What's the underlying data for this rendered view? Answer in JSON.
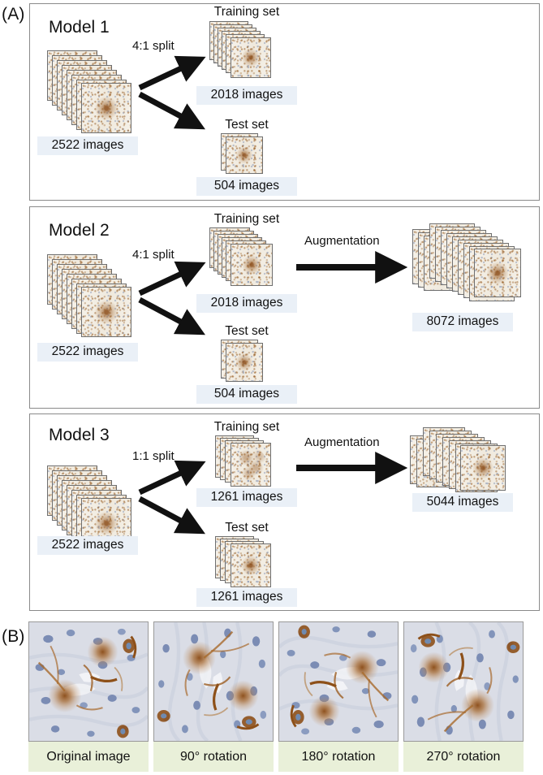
{
  "figure": {
    "panels": [
      {
        "letter": "(A)"
      },
      {
        "letter": "(B)"
      }
    ]
  },
  "panel_a": {
    "models": [
      {
        "title": "Model 1",
        "source_caption": "2522 images",
        "split_label": "4:1 split",
        "training_title": "Training set",
        "training_caption": "2018 images",
        "test_title": "Test set",
        "test_caption": "504 images",
        "augmentation_label": "",
        "augmented_caption": "",
        "has_augmentation": false
      },
      {
        "title": "Model 2",
        "source_caption": "2522 images",
        "split_label": "4:1 split",
        "training_title": "Training set",
        "training_caption": "2018 images",
        "test_title": "Test set",
        "test_caption": "504 images",
        "augmentation_label": "Augmentation",
        "augmented_caption": "8072 images",
        "has_augmentation": true
      },
      {
        "title": "Model 3",
        "source_caption": "2522 images",
        "split_label": "1:1 split",
        "training_title": "Training set",
        "training_caption": "1261 images",
        "test_title": "Test set",
        "test_caption": "1261 images",
        "augmentation_label": "Augmentation",
        "augmented_caption": "5044 images",
        "has_augmentation": true
      }
    ]
  },
  "panel_b": {
    "cells": [
      {
        "label": "Original image",
        "rotation_deg": 0
      },
      {
        "label": "90° rotation",
        "rotation_deg": 90
      },
      {
        "label": "180° rotation",
        "rotation_deg": 180
      },
      {
        "label": "270° rotation",
        "rotation_deg": 270
      }
    ]
  },
  "colors": {
    "caption_box_bg": "#eaf0f7",
    "panel_b_label_bg": "#e9f0d9",
    "panel_border": "#8a8a8a",
    "arrow": "#111111",
    "text": "#111111",
    "stain_brown": "#8b4c18",
    "counterstain_blue": "#6e82aa"
  }
}
